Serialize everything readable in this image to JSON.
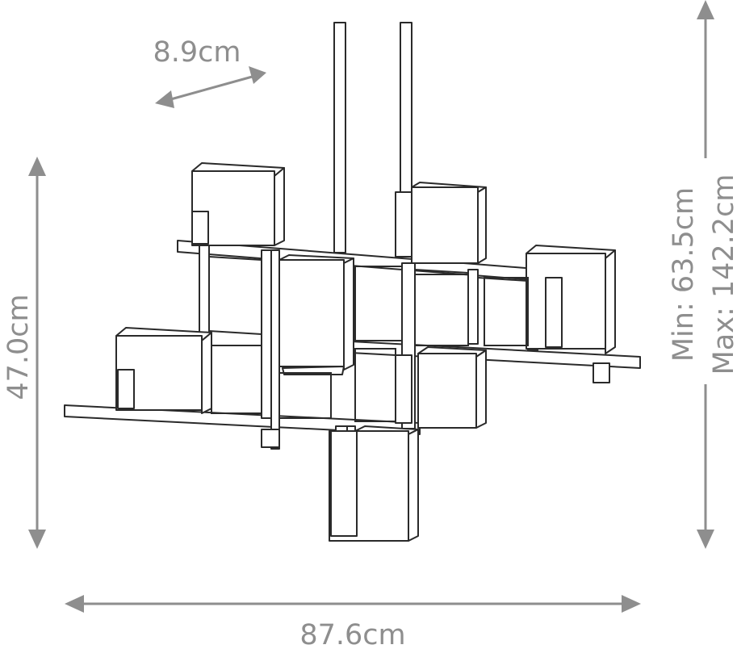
{
  "dimensions": {
    "depth": "8.9cm",
    "height": "47.0cm",
    "width": "87.6cm",
    "drop_min": "Min: 63.5cm",
    "drop_max": "Max: 142.2cm"
  },
  "colors": {
    "dimension": "#8e8e8e",
    "outline": "#2a2a2a",
    "background": "#ffffff"
  }
}
